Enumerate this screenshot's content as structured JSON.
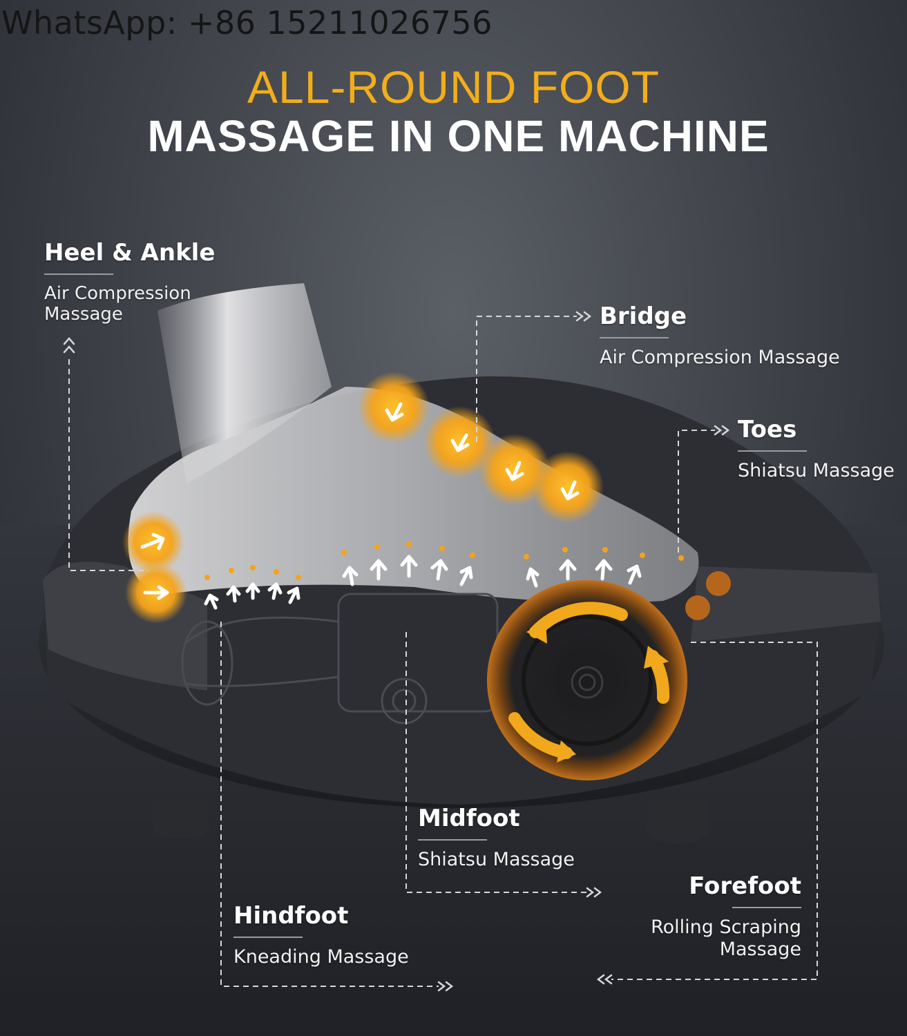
{
  "watermark": {
    "text": "WhatsApp: +86 15211026756"
  },
  "title": {
    "line1": "ALL-ROUND FOOT",
    "line2": "MASSAGE IN ONE MACHINE",
    "line1_color": "#f2ae1a",
    "line2_color": "#ffffff"
  },
  "zones": {
    "heel": {
      "heading": "Heel & Ankle",
      "subtitle_line1": "Air Compression",
      "subtitle_line2": "Massage"
    },
    "bridge": {
      "heading": "Bridge",
      "subtitle": "Air Compression Massage"
    },
    "toes": {
      "heading": "Toes",
      "subtitle": "Shiatsu Massage"
    },
    "midfoot": {
      "heading": "Midfoot",
      "subtitle": "Shiatsu Massage"
    },
    "hindfoot": {
      "heading": "Hindfoot",
      "subtitle": "Kneading Massage"
    },
    "forefoot": {
      "heading": "Forefoot",
      "subtitle_line1": "Rolling Scraping",
      "subtitle_line2": "Massage"
    }
  },
  "colors": {
    "accent_orange": "#f2a81c",
    "background": "#3a3d44",
    "machine_body": "#2a2b2f"
  }
}
